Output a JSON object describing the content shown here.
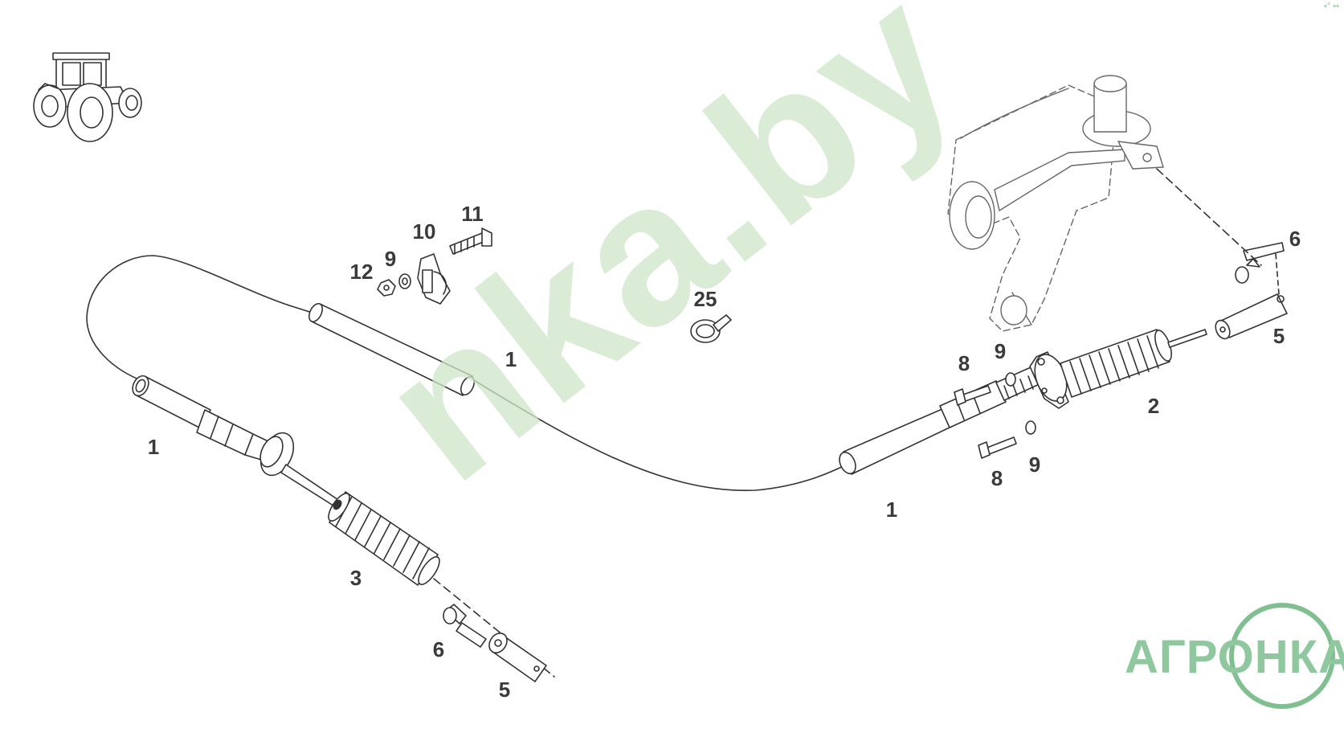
{
  "watermark": {
    "text": "nka.by"
  },
  "logo": {
    "text": "АГРОНКА"
  },
  "corner_mark": "•° ••",
  "callouts": [
    {
      "id": "c1a",
      "label": "1"
    },
    {
      "id": "c1b",
      "label": "1"
    },
    {
      "id": "c1c",
      "label": "1"
    },
    {
      "id": "c2",
      "label": "2"
    },
    {
      "id": "c3",
      "label": "3"
    },
    {
      "id": "c5a",
      "label": "5"
    },
    {
      "id": "c5b",
      "label": "5"
    },
    {
      "id": "c6a",
      "label": "6"
    },
    {
      "id": "c6b",
      "label": "6"
    },
    {
      "id": "c8a",
      "label": "8"
    },
    {
      "id": "c8b",
      "label": "8"
    },
    {
      "id": "c9a",
      "label": "9"
    },
    {
      "id": "c9b",
      "label": "9"
    },
    {
      "id": "c9c",
      "label": "9"
    },
    {
      "id": "c10",
      "label": "10"
    },
    {
      "id": "c11",
      "label": "11"
    },
    {
      "id": "c12",
      "label": "12"
    },
    {
      "id": "c25",
      "label": "25"
    }
  ],
  "colors": {
    "line": "#333333",
    "fill": "#ffffff",
    "watermark": "#cfe6c9",
    "logo": "#8fc89e"
  }
}
